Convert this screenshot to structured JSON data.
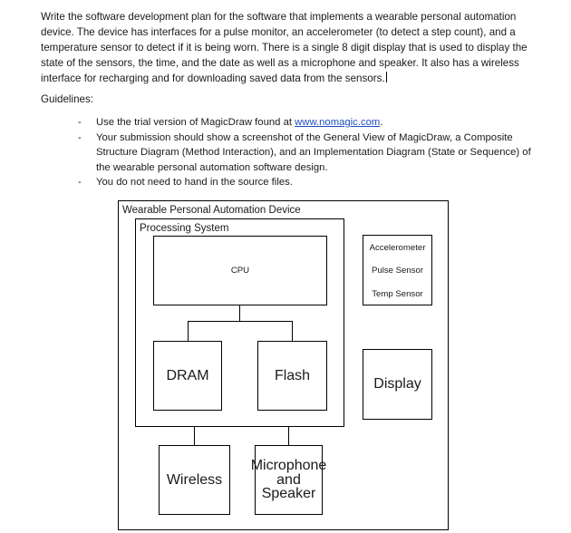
{
  "assignment": {
    "paragraph": "Write the software development plan for the software that implements a wearable personal automation device.  The device has interfaces for a pulse monitor, an accelerometer (to detect a step count), and a temperature sensor to detect if it is being worn.  There is a single 8 digit display that is used to display the state of the sensors, the time, and the date as well as a microphone and speaker.  It also has a wireless interface for recharging and for downloading saved data from the sensors.",
    "guidelines_heading": "Guidelines:",
    "bullets": [
      {
        "before": "Use the trial version of MagicDraw found at ",
        "link": "www.nomagic.com",
        "after": "."
      },
      {
        "text": "Your submission should show a screenshot of the General View of MagicDraw, a Composite Structure Diagram (Method Interaction), and an Implementation Diagram (State or Sequence) of the wearable personal automation software design."
      },
      {
        "text": "You do not need to hand in the source files."
      }
    ],
    "dash": "-"
  },
  "diagram": {
    "device_label": "Wearable Personal Automation Device",
    "processing_label": "Processing System",
    "cpu": "CPU",
    "dram": "DRAM",
    "flash": "Flash",
    "sensors": [
      "Accelerometer",
      "Pulse Sensor",
      "Temp Sensor"
    ],
    "display": "Display",
    "wireless": "Wireless",
    "mic_line1": "Microphone",
    "mic_line2": "and",
    "mic_line3": "Speaker"
  }
}
